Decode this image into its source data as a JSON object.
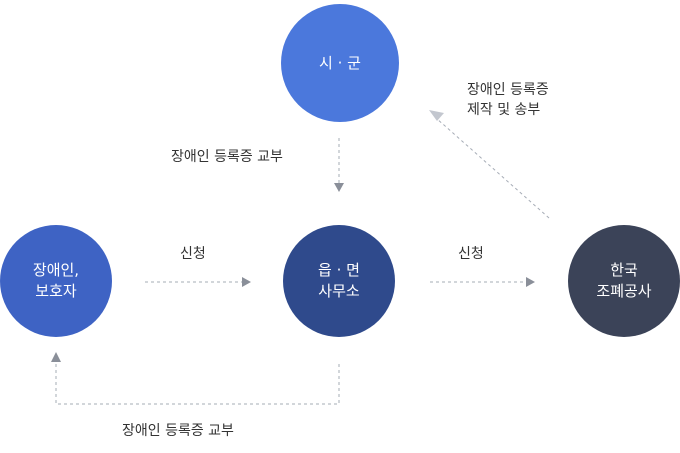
{
  "nodes": {
    "sigun": {
      "lines": [
        "시 · 군"
      ],
      "color": "#4b78dc"
    },
    "applicant": {
      "lines": [
        "장애인,",
        "보호자"
      ],
      "color": "#3e63c4"
    },
    "office": {
      "lines": [
        "읍 · 면",
        "사무소"
      ],
      "color": "#2f4a8c"
    },
    "komsco": {
      "lines": [
        "한국",
        "조폐공사"
      ],
      "color": "#3b4358"
    }
  },
  "labels": {
    "issue_top": "장애인 등록증 교부",
    "apply_left": "신청",
    "apply_right": "신청",
    "produce_line1": "장애인 등록증",
    "produce_line2": "제작 및 송부",
    "issue_bottom": "장애인 등록증 교부"
  },
  "colors": {
    "edge": "#a6acb6",
    "arrowhead": "#8a8f99",
    "text": "#333333"
  }
}
